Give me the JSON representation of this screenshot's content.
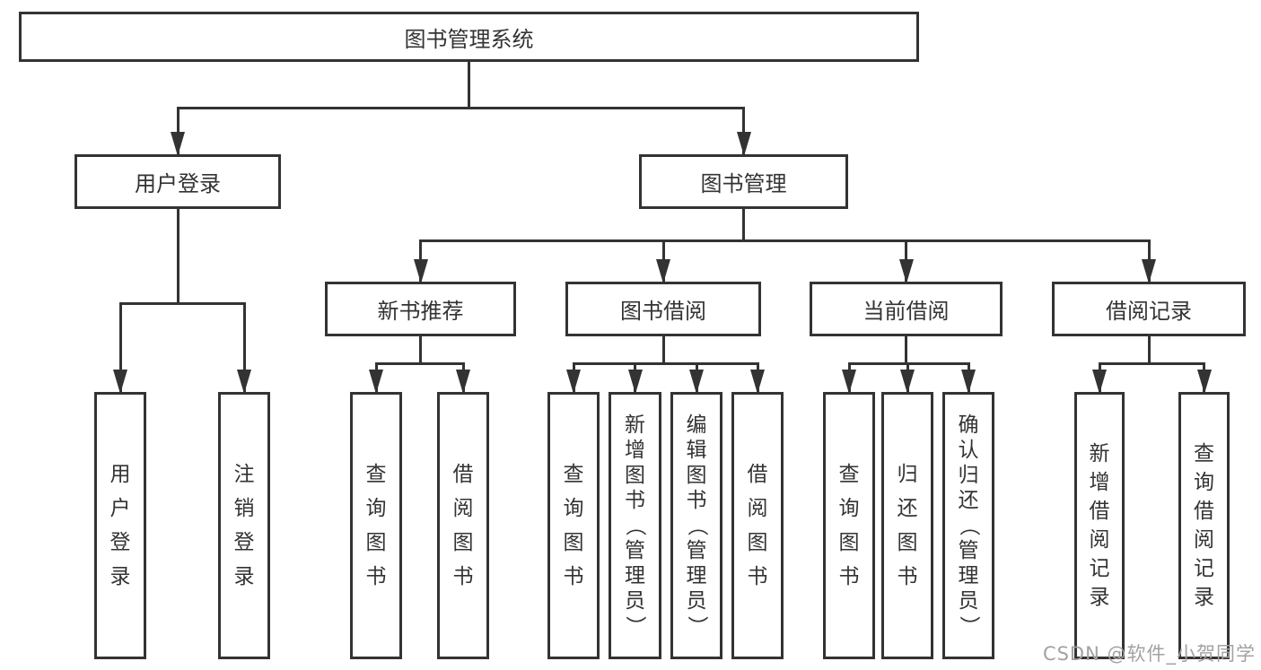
{
  "watermark": "CSDN @软件_小贺同学",
  "colors": {
    "line": "#333333",
    "text": "#333333",
    "box_background": "#ffffff",
    "watermark": "#a2a2a2"
  },
  "tree": {
    "id": "root",
    "label": "图书管理系统",
    "children": [
      {
        "id": "user-login",
        "label": "用户登录",
        "children": [
          {
            "id": "leaf-user-login",
            "label": "用户登录"
          },
          {
            "id": "leaf-logout",
            "label": "注销登录"
          }
        ]
      },
      {
        "id": "book-mgmt",
        "label": "图书管理",
        "children": [
          {
            "id": "new-book-rec",
            "label": "新书推荐",
            "children": [
              {
                "id": "leaf-query-book-1",
                "label": "查询图书"
              },
              {
                "id": "leaf-borrow-book-1",
                "label": "借阅图书"
              }
            ]
          },
          {
            "id": "book-borrow",
            "label": "图书借阅",
            "children": [
              {
                "id": "leaf-query-book-2",
                "label": "查询图书"
              },
              {
                "id": "leaf-add-book",
                "label": "新增图书（管理员）"
              },
              {
                "id": "leaf-edit-book",
                "label": "编辑图书（管理员）"
              },
              {
                "id": "leaf-borrow-book-2",
                "label": "借阅图书"
              }
            ]
          },
          {
            "id": "current-borrow",
            "label": "当前借阅",
            "children": [
              {
                "id": "leaf-query-book-3",
                "label": "查询图书"
              },
              {
                "id": "leaf-return-book",
                "label": "归还图书"
              },
              {
                "id": "leaf-confirm-return",
                "label": "确认归还（管理员）"
              }
            ]
          },
          {
            "id": "borrow-records",
            "label": "借阅记录",
            "children": [
              {
                "id": "leaf-add-record",
                "label": "新增借阅记录"
              },
              {
                "id": "leaf-query-record",
                "label": "查询借阅记录"
              }
            ]
          }
        ]
      }
    ]
  }
}
